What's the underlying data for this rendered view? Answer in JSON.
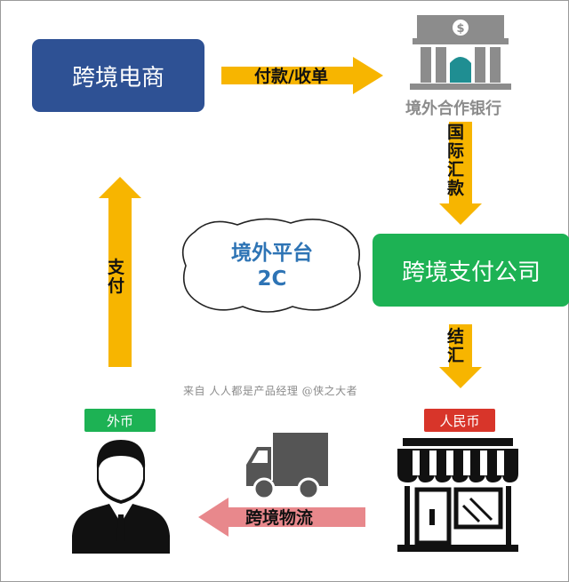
{
  "nodes": {
    "ecommerce": "跨境电商",
    "bank": "境外合作银行",
    "payment_company": "跨境支付公司",
    "platform_line1": "境外平台",
    "platform_line2": "2C"
  },
  "arrows": {
    "pay_collect": "付款/收单",
    "remit_intl": [
      "国",
      "际",
      "汇",
      "款"
    ],
    "settle": [
      "结",
      "汇"
    ],
    "pay": [
      "支",
      "付"
    ],
    "logistics": "跨境物流"
  },
  "badges": {
    "foreign_currency": "外币",
    "rmb": "人民币"
  },
  "watermark": "来自 人人都是产品经理 @侠之大者",
  "colors": {
    "navy": "#2E5194",
    "green": "#1DB254",
    "gold": "#F7B500",
    "pink": "#E8888C",
    "platform_text": "#2E74B5",
    "gray": "#8C8C8C",
    "red": "#D8352A"
  }
}
